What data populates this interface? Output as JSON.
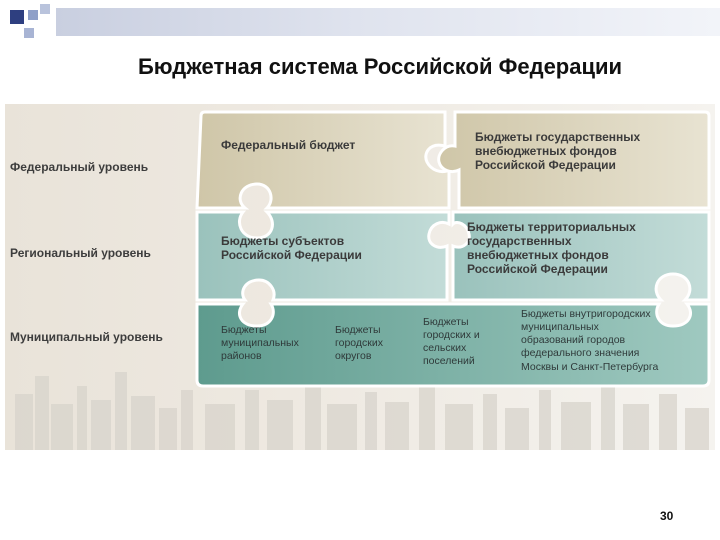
{
  "slide": {
    "title": "Бюджетная система Российской Федерации",
    "page_number": "30"
  },
  "levels": {
    "federal": "Федеральный уровень",
    "regional": "Региональный уровень",
    "municipal": "Муниципальный уровень"
  },
  "pieces": {
    "federal_budget": [
      "Федеральный бюджет"
    ],
    "state_funds": [
      "Бюджеты государственных",
      "внебюджетных фондов",
      "Российской Федерации"
    ],
    "subjects": [
      "Бюджеты субъектов",
      "Российской Федерации"
    ],
    "territorial_funds": [
      "Бюджеты территориальных",
      "государственных",
      "внебюджетных фондов",
      "Российской Федерации"
    ],
    "municipal_districts": [
      "Бюджеты",
      "муниципальных",
      "районов"
    ],
    "urban_districts": [
      "Бюджеты",
      "городских",
      "округов"
    ],
    "settlements": [
      "Бюджеты",
      "городских и",
      "сельских",
      "поселений"
    ],
    "intracity": [
      "Бюджеты внутригородских",
      "муниципальных",
      "образований городов",
      "федерального значения",
      "Москвы и Санкт-Петербурга"
    ]
  },
  "colors": {
    "federal_tan": "#d9d2b9",
    "regional_teal": "#a6cbc6",
    "municipal_green": "#6fa79a"
  }
}
